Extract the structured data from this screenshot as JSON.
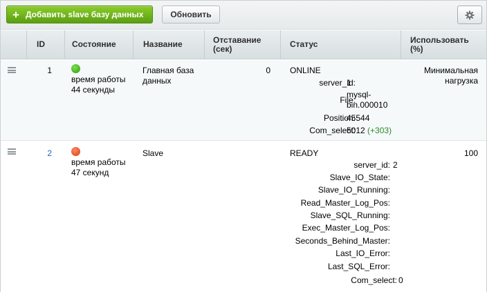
{
  "toolbar": {
    "add_label": "Добавить slave базу данных",
    "refresh_label": "Обновить"
  },
  "columns": [
    "ID",
    "Состояние",
    "Название",
    "Отставание (сек)",
    "Статус",
    "Использовать (%)"
  ],
  "rows": [
    {
      "id": "1",
      "state_color": "#3fa81a",
      "state_line1": "время работы",
      "state_line2": "44 секунды",
      "name_line1": "Главная база",
      "name_line2": "данных",
      "lag": "0",
      "status": "ONLINE",
      "kv": [
        {
          "key": "server_id:",
          "val": "1"
        },
        {
          "key": "File:",
          "val": "mysql-",
          "val2": "bin.000010"
        },
        {
          "key": "Position:",
          "val": "45544"
        },
        {
          "key": "Com_select:",
          "val": "5012",
          "delta": "(+303)"
        }
      ],
      "usage_line1": "Минимальная",
      "usage_line2": "нагрузка"
    },
    {
      "id": "2",
      "state_color": "#e04a1f",
      "state_line1": "время работы",
      "state_line2": "47 секунд",
      "name": "Slave",
      "status": "READY",
      "kv": [
        {
          "key": "server_id:",
          "val": "2"
        },
        {
          "key": "Slave_IO_State:",
          "val": ""
        },
        {
          "key": "Slave_IO_Running:",
          "val": ""
        },
        {
          "key": "Read_Master_Log_Pos:",
          "val": ""
        },
        {
          "key": "Slave_SQL_Running:",
          "val": ""
        },
        {
          "key": "Exec_Master_Log_Pos:",
          "val": ""
        },
        {
          "key": "Seconds_Behind_Master:",
          "val": ""
        },
        {
          "key": "Last_IO_Error:",
          "val": ""
        },
        {
          "key": "Last_SQL_Error:",
          "val": ""
        },
        {
          "key": "Com_select:",
          "val": "0"
        }
      ],
      "usage": "100"
    }
  ],
  "icons": {
    "add": "plus-icon",
    "settings": "gear-icon",
    "row_menu": "menu-icon",
    "status_online": "status-dot-green",
    "status_ready": "status-dot-red"
  },
  "colors": {
    "accent_green": "#6cb31f",
    "online_dot": "#3fa81a",
    "ready_dot": "#e04a1f",
    "delta_text": "#2b8a2b",
    "id_link": "#2067b0"
  }
}
